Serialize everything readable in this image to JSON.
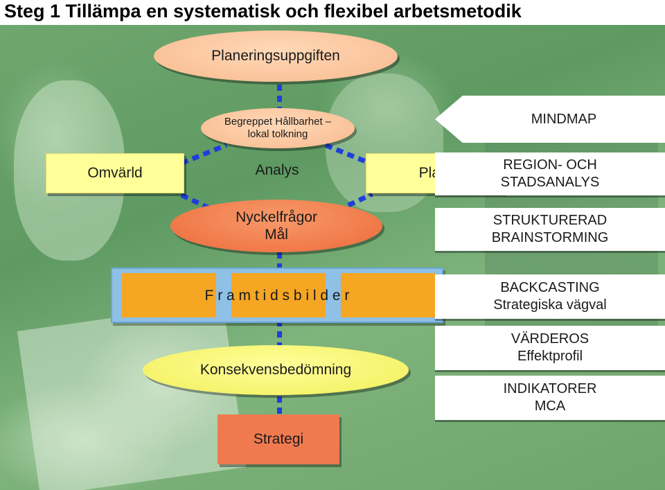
{
  "title": "Steg  1 Tillämpa en systematisk och flexibel arbetsmetodik",
  "top_oval": "Planeringsuppgiften",
  "concept_oval": {
    "line1": "Begreppet Hållbarhet –",
    "line2": "lokal tolkning"
  },
  "boxes": {
    "omvarld": "Omvärld",
    "analys": "Analys",
    "plats": "Plats"
  },
  "nyckel_oval": {
    "line1": "Nyckelfrågor",
    "line2": "Mål"
  },
  "framtidsbilder": "F r a m t i d s b i l d e r",
  "konsekvens": "Konsekvensbedömning",
  "strategi": "Strategi",
  "methods": [
    {
      "line1": "MINDMAP",
      "line2": ""
    },
    {
      "line1": "REGION- OCH",
      "line2": "STADSANALYS"
    },
    {
      "line1": "STRUKTURERAD",
      "line2": "BRAINSTORMING"
    },
    {
      "line1": "BACKCASTING",
      "line2": "Strategiska vägval"
    },
    {
      "line1": "VÄRDEROS",
      "line2": "Effektprofil"
    },
    {
      "line1": "INDIKATORER",
      "line2": "MCA"
    }
  ],
  "colors": {
    "connector": "#1f3fdc",
    "yellow": "#ffff99",
    "orange": "#ee6a3a",
    "peach": "#f8b98e",
    "framtid": "#f5a623",
    "framtid_frame": "#8fc0e6"
  }
}
